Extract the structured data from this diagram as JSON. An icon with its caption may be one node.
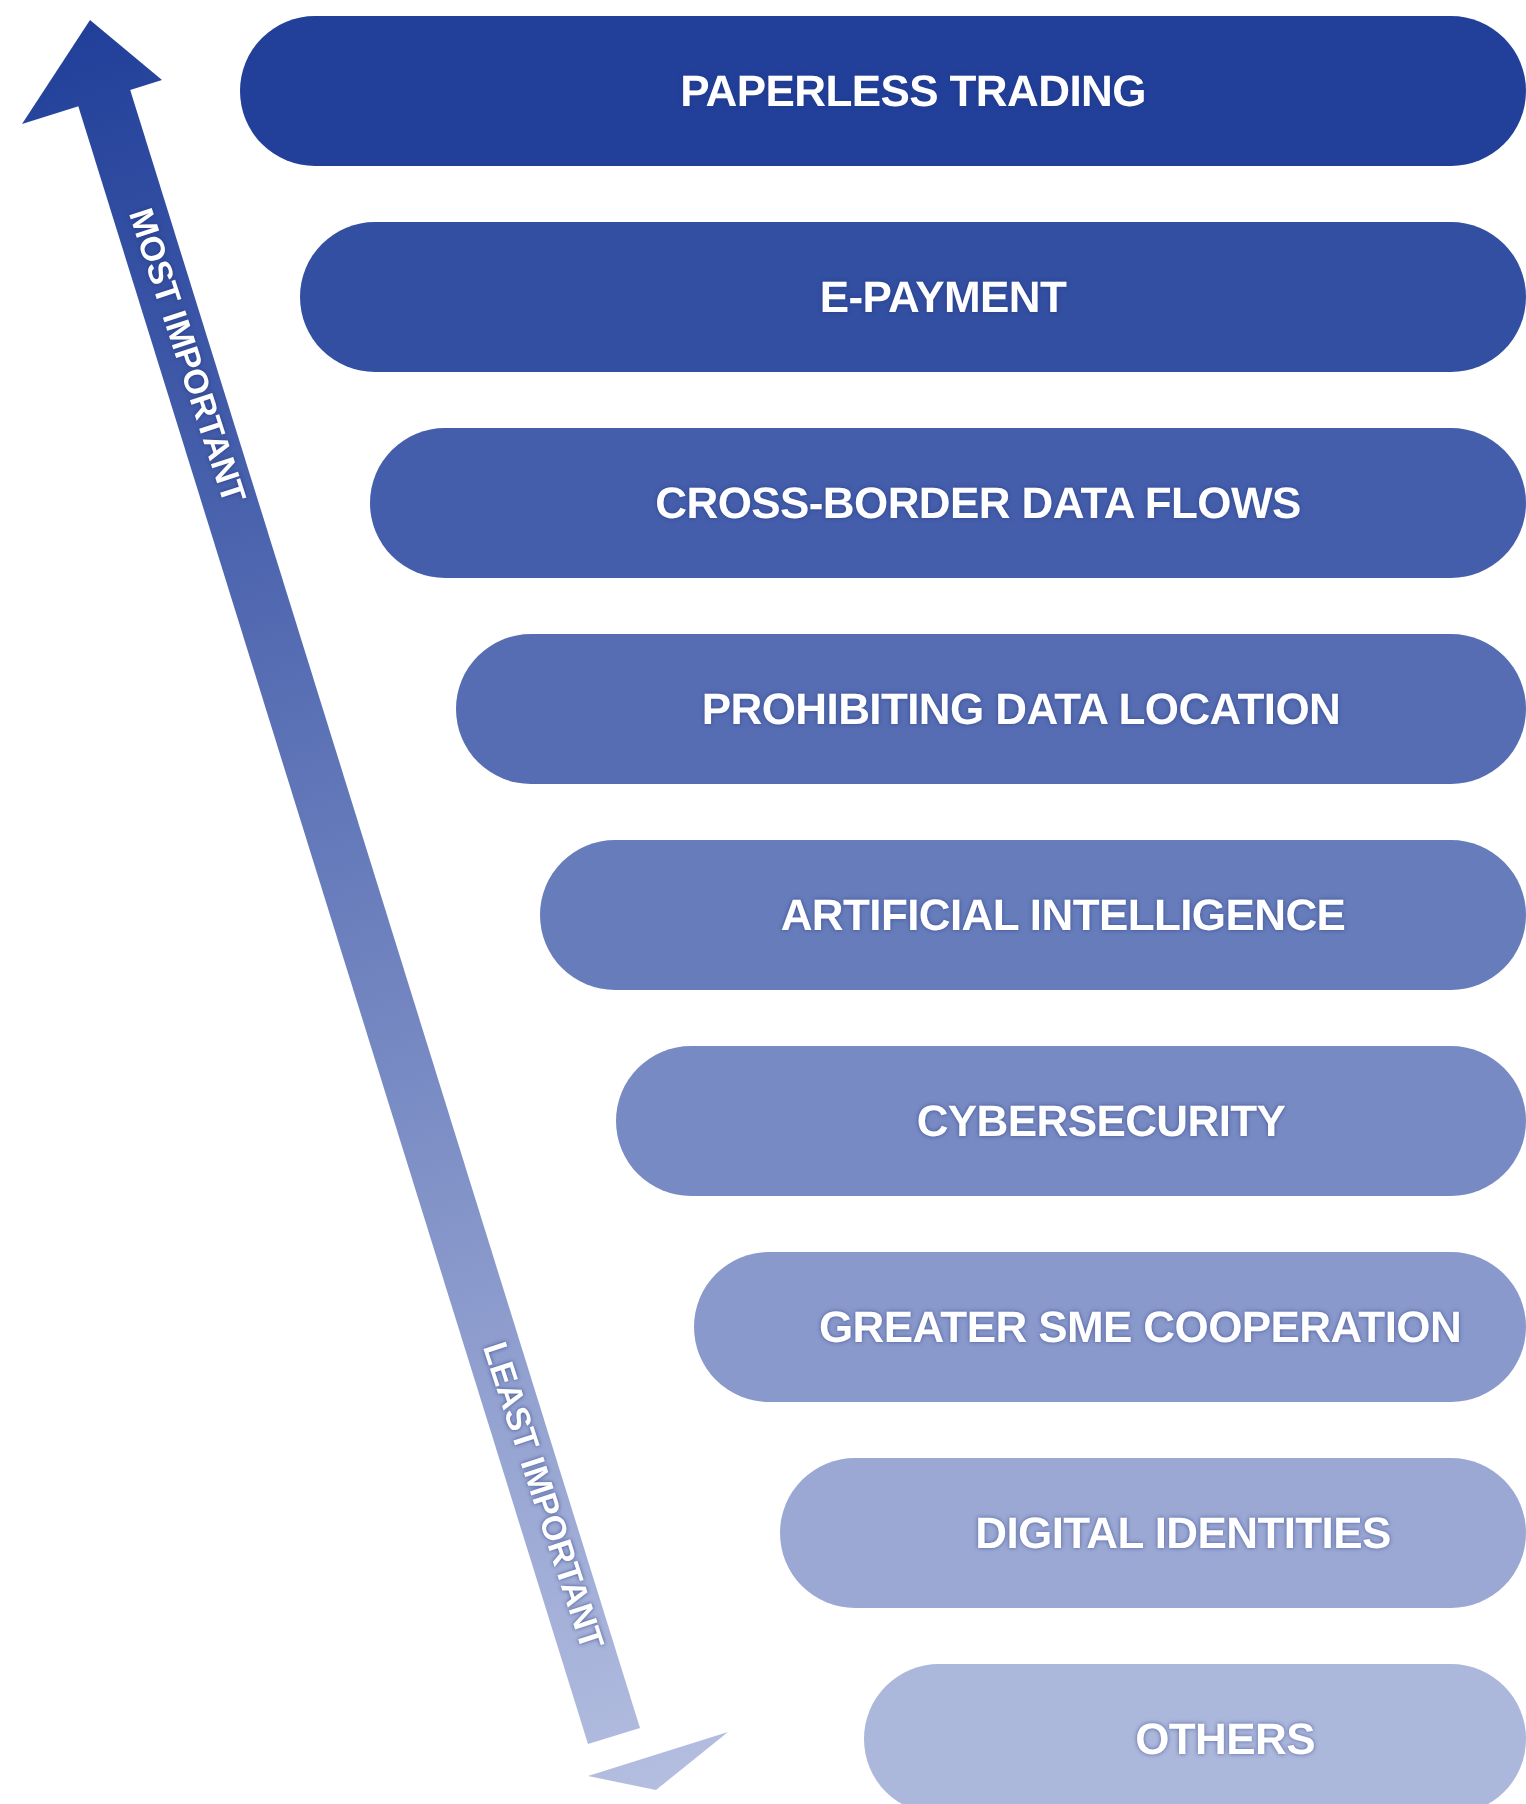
{
  "diagram": {
    "nodes": [
      {
        "text": [
          "PAPERLESS TRADING"
        ]
      },
      {
        "text": [
          "E-PAYMENT"
        ]
      },
      {
        "text": [
          "CROSS-BORDER DATA FLOWS"
        ]
      },
      {
        "text": [
          "PROHIBITING DATA LOCATION"
        ]
      },
      {
        "text": [
          "ARTIFICIAL INTELLIGENCE"
        ]
      },
      {
        "text": [
          "CYBERSECURITY"
        ]
      },
      {
        "text": [
          "GREATER SME COOPERATION"
        ]
      },
      {
        "text": [
          "DIGITAL IDENTITIES"
        ]
      },
      {
        "text": [
          "OTHERS"
        ]
      }
    ],
    "labels": [
      "MOST IMPORTANT",
      "LEAST IMPORTANT"
    ]
  }
}
